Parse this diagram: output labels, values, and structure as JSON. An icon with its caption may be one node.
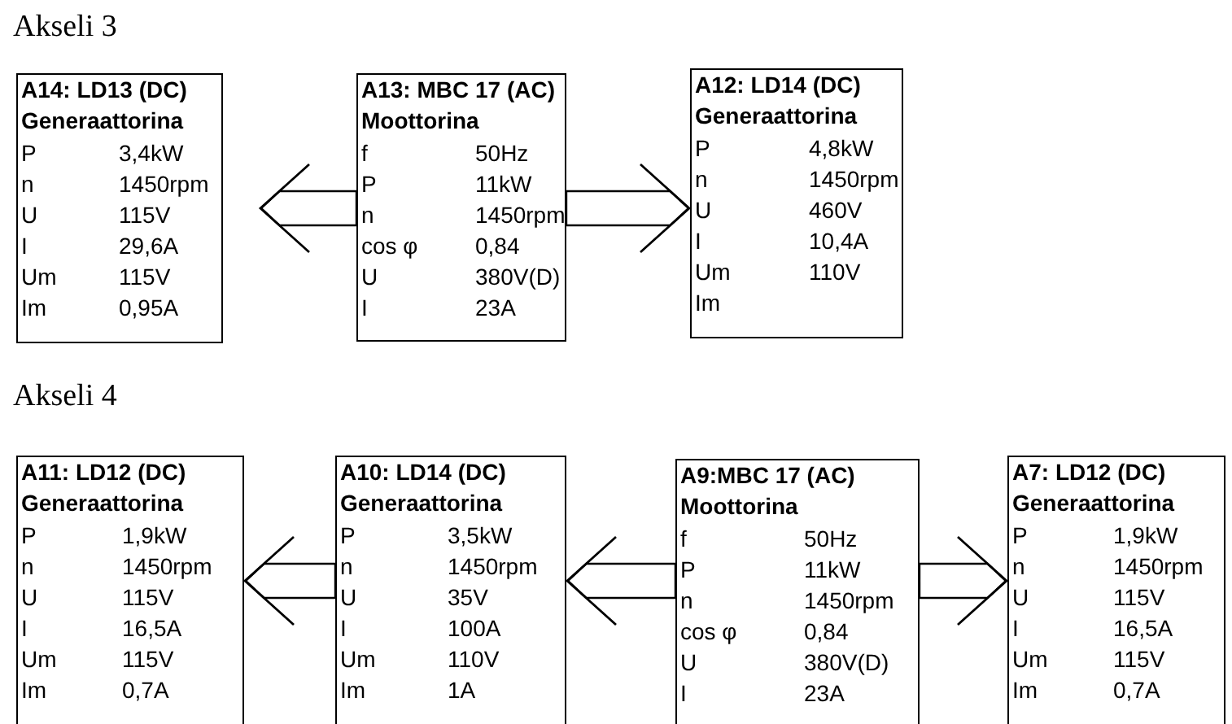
{
  "diagram": {
    "nodes": [
      {
        "text": [
          "A14: LD13 (DC)",
          "Generaattorina",
          "P",
          "3,4kW",
          "n",
          "1450rpm",
          "U",
          "115V",
          "I",
          "29,6A",
          "Um",
          "115V",
          "Im",
          "0,95A"
        ]
      },
      {
        "text": [
          "A13: MBC 17 (AC)",
          "Moottorina",
          "f",
          "50Hz",
          "P",
          "11kW",
          "n",
          "1450rpm",
          "cos φ",
          "0,84",
          "U",
          "380V(D)",
          "I",
          "23A"
        ]
      },
      {
        "text": [
          "A12: LD14 (DC)",
          "Generaattorina",
          "P",
          "4,8kW",
          "n",
          "1450rpm",
          "U",
          "460V",
          "I",
          "10,4A",
          "Um",
          "110V",
          "Im"
        ]
      },
      {
        "text": [
          "A11: LD12 (DC)",
          "Generaattorina",
          "P",
          "1,9kW",
          "n",
          "1450rpm",
          "U",
          "115V",
          "I",
          "16,5A",
          "Um",
          "115V",
          "Im",
          "0,7A"
        ]
      },
      {
        "text": [
          "A10: LD14 (DC)",
          "Generaattorina",
          "P",
          "3,5kW",
          "n",
          "1450rpm",
          "U",
          "35V",
          "I",
          "100A",
          "Um",
          "110V",
          "Im",
          "1A"
        ]
      },
      {
        "text": [
          "A9:MBC 17 (AC)",
          "Moottorina",
          "f",
          "50Hz",
          "P",
          "11kW",
          "n",
          "1450rpm",
          "cos φ",
          "0,84",
          "U",
          "380V(D)",
          "I",
          "23A"
        ]
      },
      {
        "text": [
          "A7: LD12 (DC)",
          "Generaattorina",
          "P",
          "1,9kW",
          "n",
          "1450rpm",
          "U",
          "115V",
          "I",
          "16,5A",
          "Um",
          "115V",
          "Im",
          "0,7A"
        ]
      }
    ],
    "edges": [
      {
        "from": 1,
        "to": 0,
        "arrow": "to"
      },
      {
        "from": 1,
        "to": 2,
        "arrow": "to"
      },
      {
        "from": 4,
        "to": 3,
        "arrow": "to"
      },
      {
        "from": 5,
        "to": 4,
        "arrow": "to"
      },
      {
        "from": 5,
        "to": 6,
        "arrow": "to"
      }
    ],
    "labels": [
      "Akseli 3",
      "Akseli 4"
    ]
  }
}
